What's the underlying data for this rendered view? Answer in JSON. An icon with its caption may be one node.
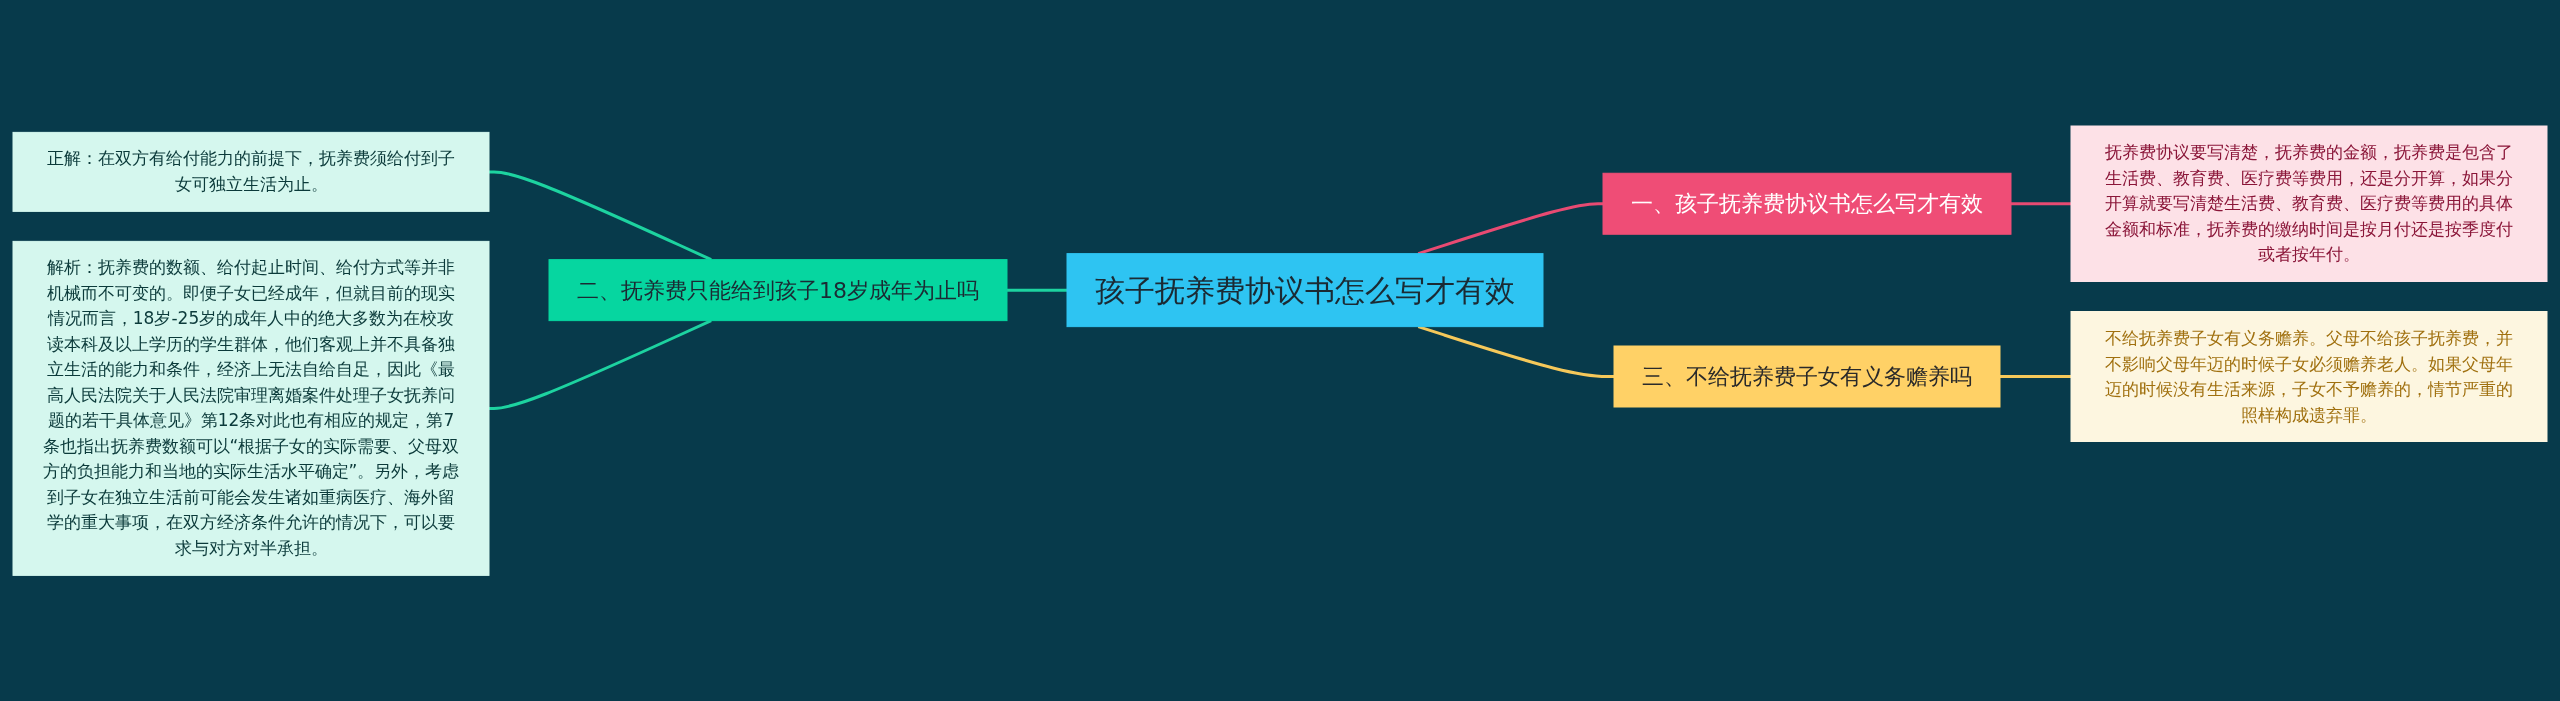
{
  "diagram": {
    "nodes": [
      {
        "text": [
          "孩子抚养费协议书怎么写才有效"
        ]
      },
      {
        "text": [
          "一、孩子抚养费协议书怎么写才有效"
        ]
      },
      {
        "text": [
          "抚养费协议要写清楚，抚养费的金额，抚养费是包含了生活费、教育费、医疗费等费用，还是分开算，如果分开算就要写清楚生活费、教育费、医疗费等费用的具体金额和标准，抚养费的缴纳时间是按月付还是按季度付或者按年付。"
        ]
      },
      {
        "text": [
          "三、不给抚养费子女有义务赡养吗"
        ]
      },
      {
        "text": [
          "不给抚养费子女有义务赡养。父母不给孩子抚养费，并不影响父母年迈的时候子女必须赡养老人。如果父母年迈的时候没有生活来源，子女不予赡养的，情节严重的照样构成遗弃罪。"
        ]
      },
      {
        "text": [
          "二、抚养费只能给到孩子18岁成年为止吗"
        ]
      },
      {
        "text": [
          "正解：在双方有给付能力的前提下，抚养费须给付到子女可独立生活为止。"
        ]
      },
      {
        "text": [
          "解析：抚养费的数额、给付起止时间、给付方式等并非机械而不可变的。即便子女已经成年，但就目前的现实情况而言，18岁-25岁的成年人中的绝大多数为在校攻读本科及以上学历的学生群体，他们客观上并不具备独立生活的能力和条件，经济上无法自给自足，因此《最高人民法院关于人民法院审理离婚案件处理子女抚养问题的若干具体意见》第12条对此也有相应的规定，第7条也指出抚养费数额可以“根据子女的实际需要、父母双方的负担能力和当地的实际生活水平确定”。另外，考虑到子女在独立生活前可能会发生诸如重病医疗、海外留学的重大事项，在双方经济条件允许的情况下，可以要求与对方对半承担。"
        ]
      }
    ],
    "edges": [
      {
        "from": 6,
        "to": 5,
        "arrow": "none",
        "color": "#1dd3a0"
      },
      {
        "from": 7,
        "to": 5,
        "arrow": "none",
        "color": "#1dd3a0"
      },
      {
        "from": 5,
        "to": 0,
        "arrow": "none",
        "color": "#1dd3a0"
      },
      {
        "from": 0,
        "to": 1,
        "arrow": "none",
        "color": "#e84a72"
      },
      {
        "from": 1,
        "to": 2,
        "arrow": "none",
        "color": "#e84a72"
      },
      {
        "from": 0,
        "to": 3,
        "arrow": "none",
        "color": "#f5c85a"
      },
      {
        "from": 3,
        "to": 4,
        "arrow": "none",
        "color": "#f5c85a"
      }
    ]
  }
}
